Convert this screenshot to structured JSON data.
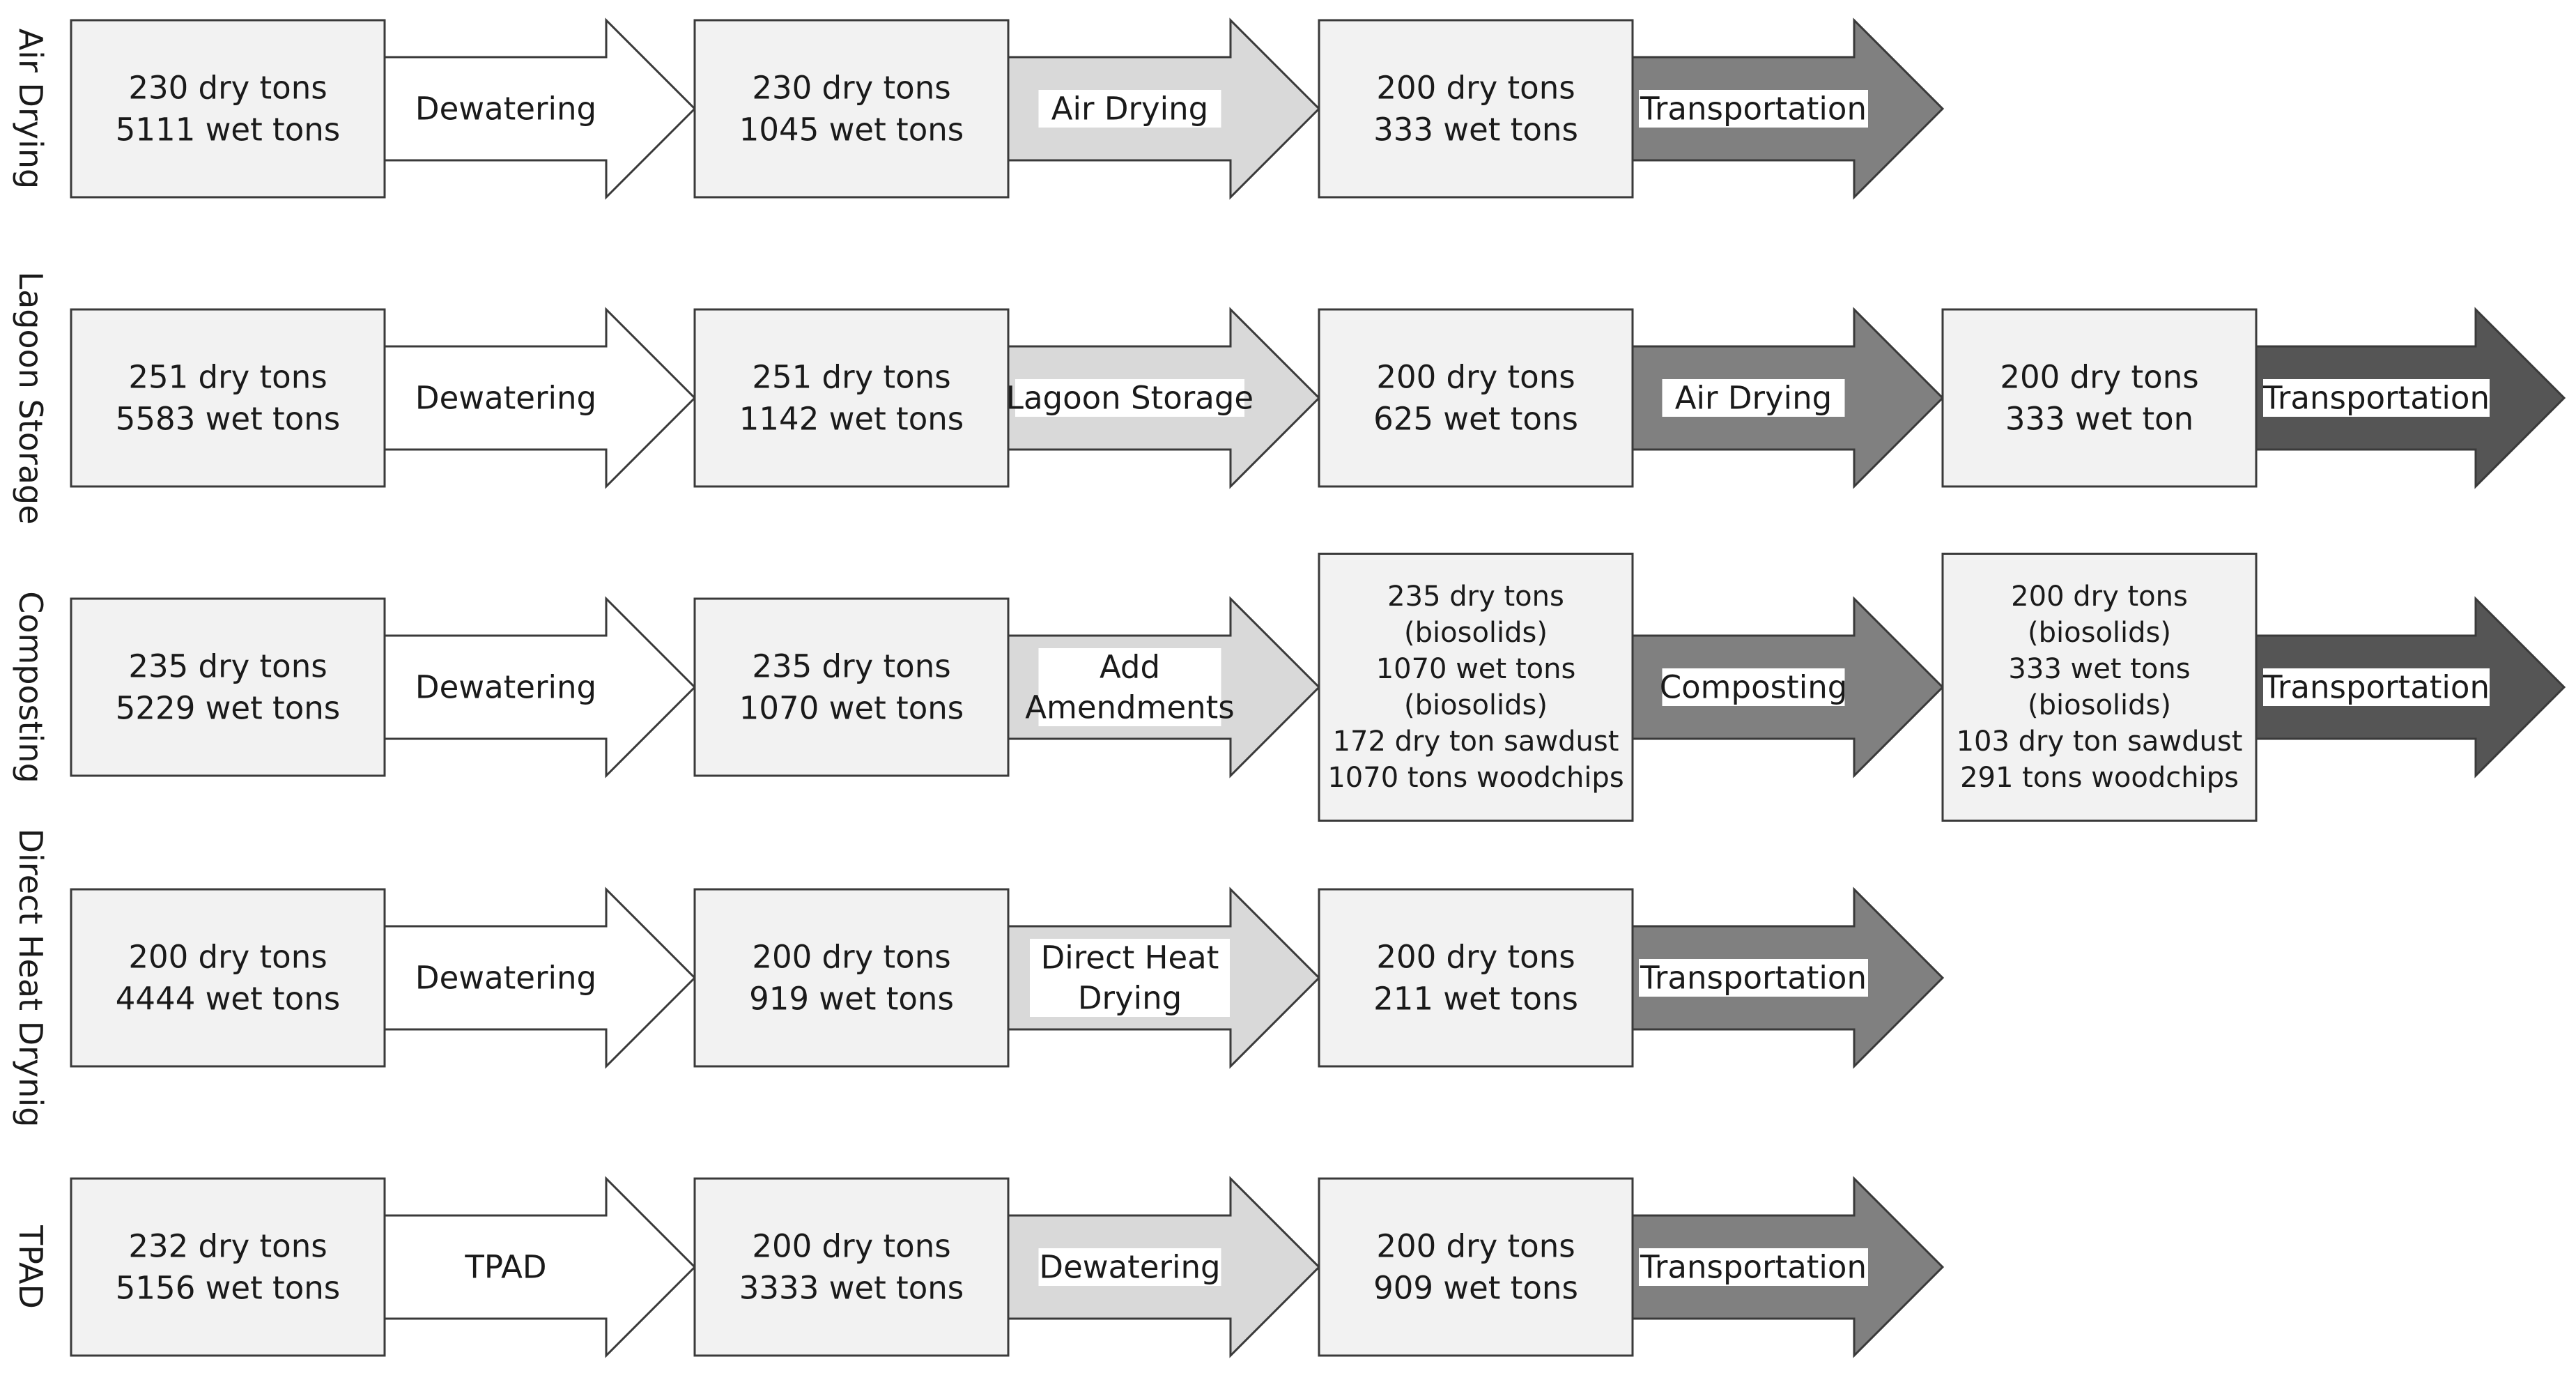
{
  "colors": {
    "box_fill": "#f2f2f2",
    "outline": "#3a3a3a",
    "arrow_level_1": "#ffffff",
    "arrow_level_2": "#d9d9d9",
    "arrow_level_3": "#808080",
    "arrow_level_4": "#555555",
    "label_background": "#ffffff"
  },
  "rows": [
    {
      "label": "Air Drying",
      "boxes": [
        {
          "lines": [
            "230 dry tons",
            "5111 wet tons"
          ]
        },
        {
          "lines": [
            "230 dry tons",
            "1045 wet tons"
          ]
        },
        {
          "lines": [
            "200 dry tons",
            "333 wet tons"
          ]
        }
      ],
      "arrows": [
        {
          "lines": [
            "Dewatering"
          ],
          "shade": 1
        },
        {
          "lines": [
            "Air Drying"
          ],
          "shade": 2
        },
        {
          "lines": [
            "Transportation"
          ],
          "shade": 3
        }
      ]
    },
    {
      "label": "Lagoon Storage",
      "boxes": [
        {
          "lines": [
            "251 dry tons",
            "5583 wet tons"
          ]
        },
        {
          "lines": [
            "251 dry tons",
            "1142 wet tons"
          ]
        },
        {
          "lines": [
            "200 dry tons",
            "625 wet tons"
          ]
        },
        {
          "lines": [
            "200 dry tons",
            "333 wet ton"
          ]
        }
      ],
      "arrows": [
        {
          "lines": [
            "Dewatering"
          ],
          "shade": 1
        },
        {
          "lines": [
            "Lagoon Storage"
          ],
          "shade": 2
        },
        {
          "lines": [
            "Air Drying"
          ],
          "shade": 3
        },
        {
          "lines": [
            "Transportation"
          ],
          "shade": 4
        }
      ]
    },
    {
      "label": "Composting",
      "boxes": [
        {
          "lines": [
            "235 dry tons",
            "5229 wet tons"
          ]
        },
        {
          "lines": [
            "235 dry tons",
            "1070 wet tons"
          ]
        },
        {
          "lines": [
            "235 dry tons",
            "(biosolids)",
            "1070 wet tons",
            "(biosolids)",
            "172 dry ton sawdust",
            "1070 tons woodchips"
          ]
        },
        {
          "lines": [
            "200 dry tons",
            "(biosolids)",
            "333 wet tons",
            "(biosolids)",
            "103 dry ton sawdust",
            "291 tons woodchips"
          ]
        }
      ],
      "arrows": [
        {
          "lines": [
            "Dewatering"
          ],
          "shade": 1
        },
        {
          "lines": [
            "Add",
            "Amendments"
          ],
          "shade": 2
        },
        {
          "lines": [
            "Composting"
          ],
          "shade": 3
        },
        {
          "lines": [
            "Transportation"
          ],
          "shade": 4
        }
      ]
    },
    {
      "label": "Direct Heat Drynig",
      "boxes": [
        {
          "lines": [
            "200 dry tons",
            "4444 wet tons"
          ]
        },
        {
          "lines": [
            "200 dry tons",
            "919 wet tons"
          ]
        },
        {
          "lines": [
            "200 dry tons",
            "211 wet tons"
          ]
        }
      ],
      "arrows": [
        {
          "lines": [
            "Dewatering"
          ],
          "shade": 1
        },
        {
          "lines": [
            "Direct Heat",
            "Drying"
          ],
          "shade": 2
        },
        {
          "lines": [
            "Transportation"
          ],
          "shade": 3
        }
      ]
    },
    {
      "label": "TPAD",
      "boxes": [
        {
          "lines": [
            "232 dry tons",
            "5156 wet tons"
          ]
        },
        {
          "lines": [
            "200 dry tons",
            "3333 wet tons"
          ]
        },
        {
          "lines": [
            "200 dry tons",
            "909 wet tons"
          ]
        }
      ],
      "arrows": [
        {
          "lines": [
            "TPAD"
          ],
          "shade": 1
        },
        {
          "lines": [
            "Dewatering"
          ],
          "shade": 2
        },
        {
          "lines": [
            "Transportation"
          ],
          "shade": 3
        }
      ]
    }
  ]
}
